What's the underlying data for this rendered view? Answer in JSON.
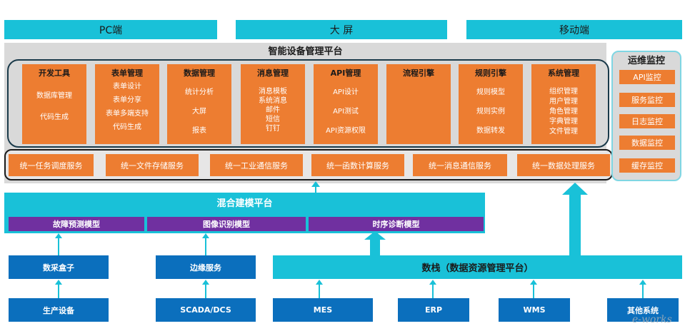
{
  "clients": [
    "PC端",
    "大 屏",
    "移动端"
  ],
  "platform": {
    "title": "智能设备管理平台",
    "modules": [
      {
        "title": "开发工具",
        "items": [
          "数据库管理",
          "代码生成"
        ]
      },
      {
        "title": "表单管理",
        "items": [
          "表单设计",
          "表单分享",
          "表单多端支持",
          "代码生成"
        ]
      },
      {
        "title": "数据管理",
        "items": [
          "统计分析",
          "大屏",
          "报表"
        ]
      },
      {
        "title": "消息管理",
        "items": [
          "消息模板",
          "系统消息",
          "邮件",
          "短信",
          "钉钉"
        ]
      },
      {
        "title": "API管理",
        "items": [
          "API设计",
          "API测试",
          "API资源权限"
        ]
      },
      {
        "title": "流程引擎",
        "items": []
      },
      {
        "title": "规则引擎",
        "items": [
          "规则模型",
          "规则实例",
          "数据转发"
        ]
      },
      {
        "title": "系统管理",
        "items": [
          "组织管理",
          "用户管理",
          "角色管理",
          "字典管理",
          "文件管理"
        ]
      }
    ],
    "services": [
      "统一任务调度服务",
      "统一文件存储服务",
      "统一工业通信服务",
      "统一函数计算服务",
      "统一消息通信服务",
      "统一数据处理服务"
    ]
  },
  "ops": {
    "title": "运维监控",
    "items": [
      "API监控",
      "服务监控",
      "日志监控",
      "数据监控",
      "缓存监控"
    ]
  },
  "hybrid": {
    "title": "混合建模平台",
    "models": [
      "故障预测模型",
      "图像识别模型",
      "时序诊断模型"
    ]
  },
  "left_chain": {
    "top": "数采盒子",
    "bottom": "生产设备"
  },
  "mid_chain": {
    "top": "边缘服务",
    "bottom": "SCADA/DCS"
  },
  "datastack": {
    "title": "数栈（数据资源管理平台）",
    "sources": [
      "MES",
      "ERP",
      "WMS",
      "其他系统"
    ]
  },
  "watermark": "e-works",
  "colors": {
    "cyan": "#19c1d8",
    "orange": "#ed7d31",
    "purple": "#7030a0",
    "blue": "#0b6fbd",
    "gray": "#d9d9d9"
  }
}
